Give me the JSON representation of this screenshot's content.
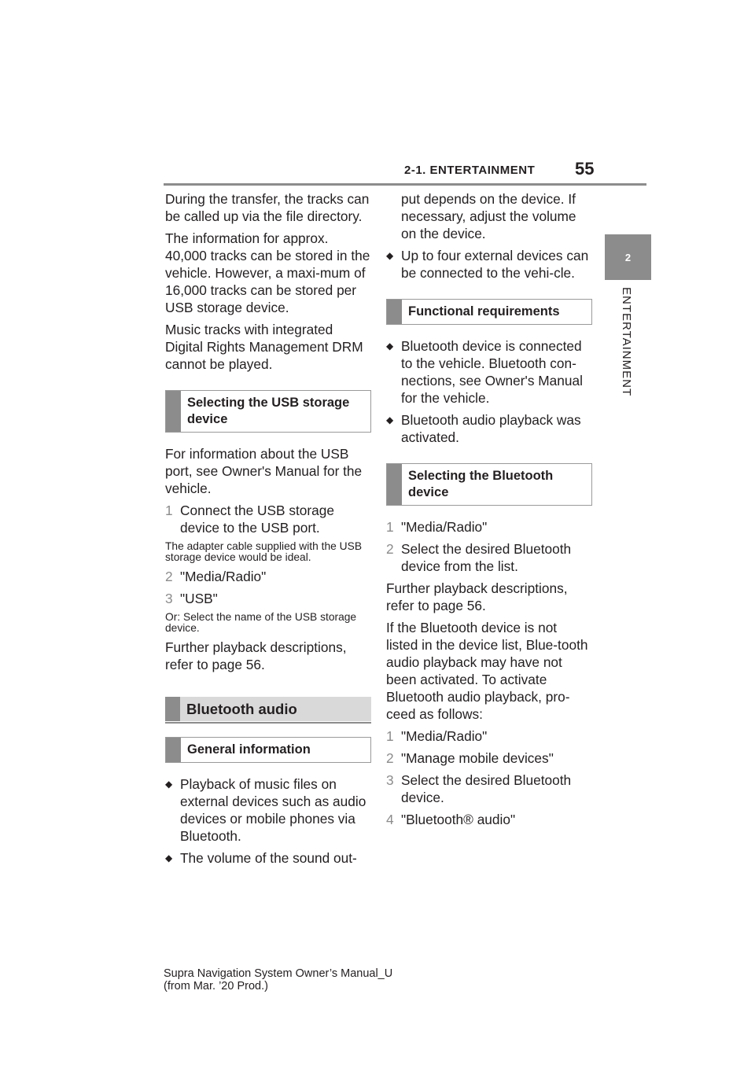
{
  "header": {
    "section": "2-1. ENTERTAINMENT",
    "page_number": "55"
  },
  "side_tab": {
    "number": "2",
    "label": "ENTERTAINMENT"
  },
  "left_column": {
    "para1": "During the transfer, the tracks can be called up via the file directory.",
    "para2": "The information for approx. 40,000 tracks can be stored in the vehicle. However, a maxi-mum of 16,000 tracks can be stored per USB storage device.",
    "para3": "Music tracks with integrated Digital Rights Management DRM cannot be played.",
    "subhead_usb": "Selecting the USB storage device",
    "para4": "For information about the USB port, see Owner's Manual for the vehicle.",
    "steps_a": [
      {
        "num": "1",
        "text": "Connect the USB storage device to the USB port."
      }
    ],
    "note1": "The adapter cable supplied with the USB storage device would be ideal.",
    "steps_b": [
      {
        "num": "2",
        "text": "\"Media/Radio\""
      },
      {
        "num": "3",
        "text": "\"USB\""
      }
    ],
    "note2": "Or: Select the name of the USB storage device.",
    "para5": "Further playback descriptions, refer to page 56.",
    "mainhead_bt": "Bluetooth audio",
    "subhead_general": "General information",
    "bullets": [
      "Playback of music files on external devices such as audio devices or mobile phones via Bluetooth.",
      "The volume of the sound out-"
    ]
  },
  "right_column": {
    "bullet_cont": "put depends on the device. If necessary, adjust the volume on the device.",
    "bullet_four": "Up to four external devices can be connected to the vehi-cle.",
    "subhead_func": "Functional requirements",
    "req_bullets": [
      "Bluetooth device is connected to the vehicle. Bluetooth con-nections, see Owner's Manual for the vehicle.",
      "Bluetooth audio playback was activated."
    ],
    "subhead_select": "Selecting the Bluetooth device",
    "steps_a": [
      {
        "num": "1",
        "text": "\"Media/Radio\""
      },
      {
        "num": "2",
        "text": "Select the desired Bluetooth device from the list."
      }
    ],
    "para1": "Further playback descriptions, refer to page 56.",
    "para2": "If the Bluetooth device is not listed in the device list, Blue-tooth audio playback may have not been activated. To activate Bluetooth audio playback, pro-ceed as follows:",
    "steps_b": [
      {
        "num": "1",
        "text": "\"Media/Radio\""
      },
      {
        "num": "2",
        "text": "\"Manage mobile devices\""
      },
      {
        "num": "3",
        "text": "Select the desired Bluetooth device."
      },
      {
        "num": "4",
        "text": "\"Bluetooth® audio\""
      }
    ]
  },
  "footer": {
    "line1": "Supra Navigation System Owner’s Manual_U",
    "line2": "(from Mar. ’20 Prod.)"
  },
  "colors": {
    "accent_gray": "#8c8c8c",
    "heading_fill": "#d9d9d9",
    "text": "#231f20"
  }
}
